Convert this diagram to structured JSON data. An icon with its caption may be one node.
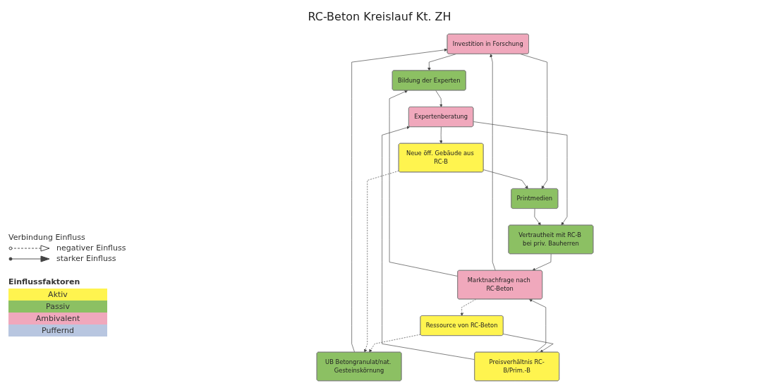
{
  "diagram": {
    "title": "RC-Beton Kreislauf Kt. ZH",
    "nodes": [
      {
        "text": [
          "Investition in Forschung"
        ]
      },
      {
        "text": [
          "UB Betongranulat/nat. Gesteinskörnung"
        ]
      },
      {
        "text": [
          "Marktnachfrage nach RC-Beton"
        ]
      },
      {
        "text": [
          "Bildung der Experten"
        ]
      },
      {
        "text": [
          "Preisverhältnis RC-B/Prim.-B"
        ]
      },
      {
        "text": [
          "Ressource von RC-Beton"
        ]
      },
      {
        "text": [
          "Expertenberatung"
        ]
      },
      {
        "text": [
          "Vertrautheit mit RC-B bei priv. Bauherren"
        ]
      },
      {
        "text": [
          "Neue öff. Gebäude aus RC-B"
        ]
      },
      {
        "text": [
          "Printmedien"
        ]
      }
    ],
    "edges": [
      {
        "from": 1,
        "to": 0,
        "arrow": "to"
      },
      {
        "from": 2,
        "to": 0,
        "arrow": "to"
      },
      {
        "from": 0,
        "to": 3,
        "arrow": "to"
      },
      {
        "from": 2,
        "to": 3,
        "arrow": "to"
      },
      {
        "from": 0,
        "to": 9,
        "arrow": "to"
      },
      {
        "from": 4,
        "to": 2,
        "arrow": "to"
      },
      {
        "from": 7,
        "to": 2,
        "arrow": "to"
      },
      {
        "from": 2,
        "to": 5,
        "arrow": "to",
        "style": "dashed"
      },
      {
        "from": 5,
        "to": 1,
        "arrow": "to",
        "style": "dashed"
      },
      {
        "from": 8,
        "to": 1,
        "arrow": "to",
        "style": "dashed"
      },
      {
        "from": 5,
        "to": 4,
        "arrow": "to"
      },
      {
        "from": 3,
        "to": 6,
        "arrow": "to"
      },
      {
        "from": 4,
        "to": 6,
        "arrow": "to"
      },
      {
        "from": 6,
        "to": 7,
        "arrow": "to"
      },
      {
        "from": 6,
        "to": 8,
        "arrow": "to"
      },
      {
        "from": 9,
        "to": 7,
        "arrow": "to"
      },
      {
        "from": 8,
        "to": 9,
        "arrow": "to"
      }
    ],
    "labels": [
      "Verbindung Einfluss",
      "Einflussfaktoren"
    ],
    "legend": [
      {
        "text": "negativer Einfluss"
      },
      {
        "text": "starker Einfluss"
      },
      {
        "text": "Aktiv",
        "color": "#fff44f"
      },
      {
        "text": "Passiv",
        "color": "#8cc063"
      },
      {
        "text": "Ambivalent",
        "color": "#f0a8bc"
      },
      {
        "text": "Puffernd",
        "color": "#b8c6e0"
      }
    ]
  }
}
